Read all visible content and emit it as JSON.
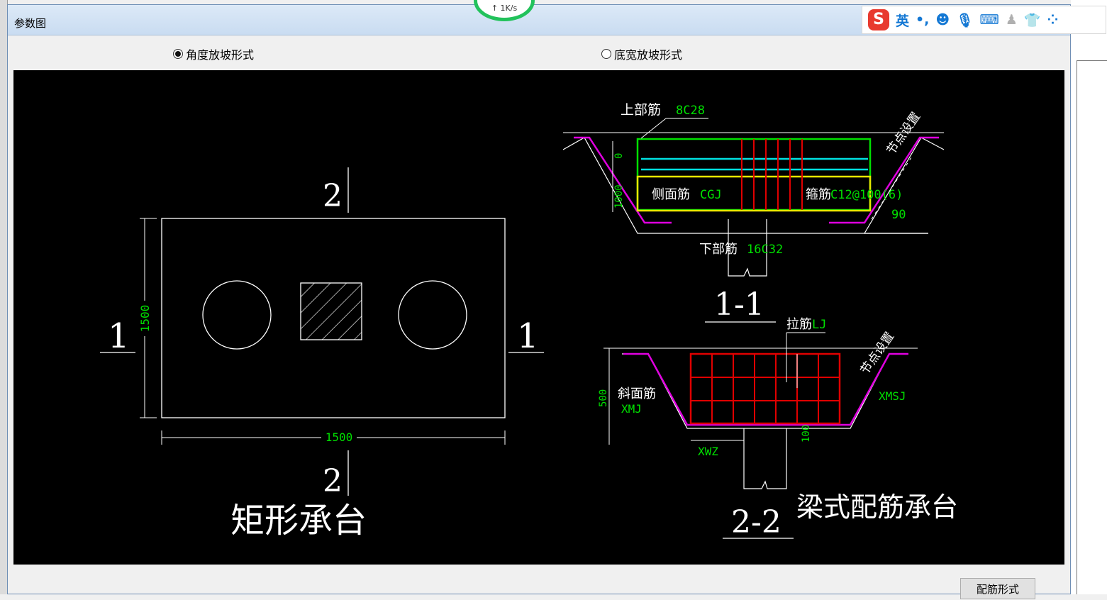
{
  "window": {
    "title": "参数图"
  },
  "radio_options": [
    {
      "label": "角度放坡形式",
      "selected": true
    },
    {
      "label": "底宽放坡形式",
      "selected": false
    }
  ],
  "network_widget": {
    "speed": "↑ 1K/s"
  },
  "ime_toolbar": {
    "logo": "S",
    "lang": "英",
    "punct": "•,",
    "emoji": "☻",
    "mic": "🎙",
    "keyboard": "⌨",
    "user": "♟",
    "skin": "👕",
    "apps": "⁘"
  },
  "drawing": {
    "left": {
      "title": "矩形承台",
      "section_top": "2",
      "section_bottom": "2",
      "section_left": "1",
      "section_right": "1",
      "width_dim": "1500",
      "height_dim": "1500"
    },
    "section_1_1": {
      "title": "1-1",
      "top_bar_label": "上部筋",
      "top_bar_value": "8C28",
      "side_bar_label": "侧面筋",
      "side_bar_value": "CGJ",
      "stirrup_label": "箍筋",
      "stirrup_value": "C12@100(6)",
      "bottom_bar_label": "下部筋",
      "bottom_bar_value": "16C32",
      "node_label": "节点设置",
      "angle": "90",
      "dim_top": "0",
      "dim_side": "1000"
    },
    "section_2_2": {
      "title": "2-2",
      "subtitle": "梁式配筋承台",
      "tie_label": "拉筋",
      "tie_value": "LJ",
      "slope_label": "斜面筋",
      "slope_value": "XMJ",
      "xmsj": "XMSJ",
      "xwz": "XWZ",
      "node_label": "节点设置",
      "dim_height": "500",
      "dim_bottom": "100"
    }
  },
  "buttons": {
    "rebar_form": "配筋形式"
  }
}
